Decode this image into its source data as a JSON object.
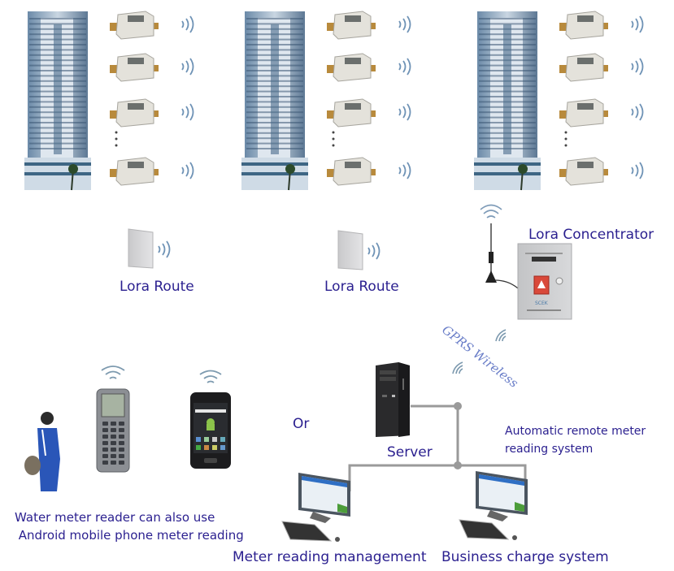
{
  "diagram": {
    "title": "",
    "buildings": [
      {
        "id": "building-1",
        "meters_shown": 4,
        "has_ellipsis": true
      },
      {
        "id": "building-2",
        "meters_shown": 4,
        "has_ellipsis": true
      },
      {
        "id": "building-3",
        "meters_shown": 4,
        "has_ellipsis": true
      }
    ],
    "labels": {
      "lora_route_1": "Lora Route",
      "lora_route_2": "Lora Route",
      "lora_concentrator": "Lora Concentrator",
      "gprs_wireless": "GPRS Wireless",
      "or": "Or",
      "server": "Server",
      "automatic_line1": "Automatic remote meter",
      "automatic_line2": "reading system",
      "reader_line1": "Water meter reader can also use",
      "reader_line2": " Android mobile phone meter reading",
      "meter_reading_management": "Meter reading management",
      "business_charge_system": "Business charge system"
    },
    "icons": {
      "building": "building-icon",
      "water_meter": "water-meter-icon",
      "wireless_signal": "wireless-signal-icon",
      "lora_route": "router-box-icon",
      "concentrator": "concentrator-cabinet-icon",
      "antenna": "antenna-icon",
      "server": "server-tower-icon",
      "computer": "desktop-computer-icon",
      "handheld": "handheld-reader-icon",
      "phone": "android-phone-icon",
      "person": "meter-reader-person-icon"
    },
    "colors": {
      "label_text": "#2a1f8f",
      "gprs_text": "#6a7ec8",
      "connector_line": "#9a9a9a",
      "signal_wave": "#6f93b6"
    }
  }
}
